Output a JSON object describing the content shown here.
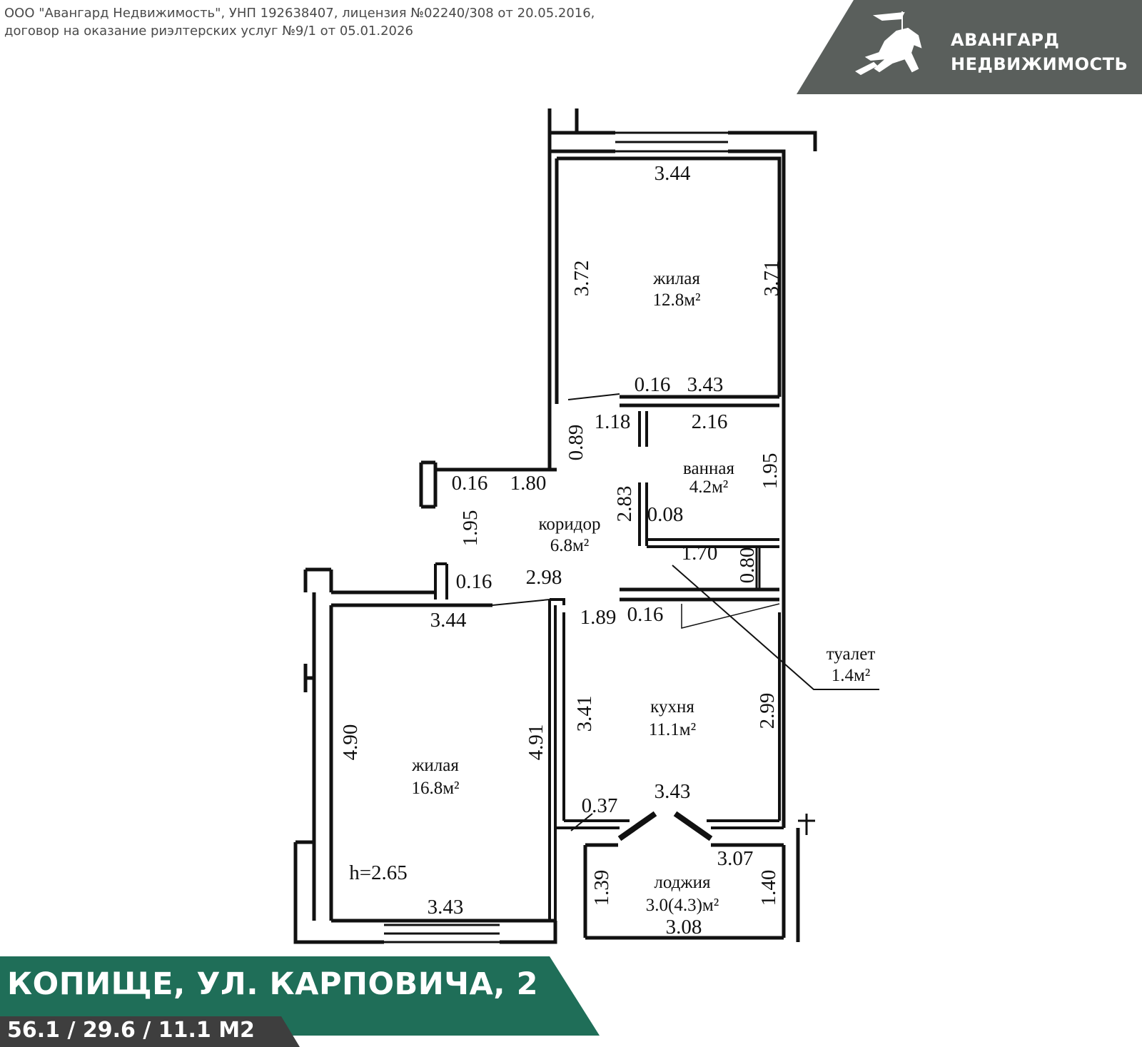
{
  "header": {
    "legal_line1": "ООО \"Авангард Недвижимость\", УНП 192638407, лицензия №02240/308 от 20.05.2016,",
    "legal_line2": "договор на оказание риэлтерских услуг №9/1 от 05.01.2026"
  },
  "brand": {
    "line1": "АВАНГАРД",
    "line2": "НЕДВИЖИМОСТЬ",
    "logo_icon": "knight-on-horse-icon"
  },
  "rooms": {
    "living_top": {
      "name": "жилая",
      "area": "12.8м²"
    },
    "bathroom": {
      "name": "ванная",
      "area": "4.2м²"
    },
    "corridor": {
      "name": "коридор",
      "area": "6.8м²"
    },
    "toilet": {
      "name": "туалет",
      "area": "1.4м²"
    },
    "kitchen": {
      "name": "кухня",
      "area": "11.1м²"
    },
    "living_bottom": {
      "name": "жилая",
      "area": "16.8м²"
    },
    "loggia": {
      "name": "лоджия",
      "area": "3.0(4.3)м²"
    }
  },
  "ceiling_height": "h=2.65",
  "dims": {
    "d_3_44_top": "3.44",
    "d_3_72": "3.72",
    "d_3_71": "3.71",
    "d_0_16_a": "0.16",
    "d_3_43_a": "3.43",
    "d_1_18": "1.18",
    "d_2_16": "2.16",
    "d_0_89": "0.89",
    "d_1_95_bath": "1.95",
    "d_0_16_b": "0.16",
    "d_1_80": "1.80",
    "d_2_83": "2.83",
    "d_0_08": "0.08",
    "d_1_95_corr": "1.95",
    "d_1_70": "1.70",
    "d_0_80": "0.80",
    "d_0_16_c": "0.16",
    "d_2_98": "2.98",
    "d_3_44_mid": "3.44",
    "d_1_89": "1.89",
    "d_0_16_d": "0.16",
    "d_3_41": "3.41",
    "d_2_99": "2.99",
    "d_4_90": "4.90",
    "d_4_91": "4.91",
    "d_3_43_b": "3.43",
    "d_0_37": "0.37",
    "d_3_07": "3.07",
    "d_1_39": "1.39",
    "d_1_40": "1.40",
    "d_3_08": "3.08",
    "d_3_43_c": "3.43"
  },
  "footer": {
    "address": "КОПИЩЕ, УЛ. КАРПОВИЧА, 2",
    "areas": "56.1 / 29.6 / 11.1 М2"
  },
  "colors": {
    "banner_green": "#1f6e58",
    "band_dark": "#3e3e3e",
    "logo_box": "#5a5f5c",
    "wall": "#111111"
  }
}
